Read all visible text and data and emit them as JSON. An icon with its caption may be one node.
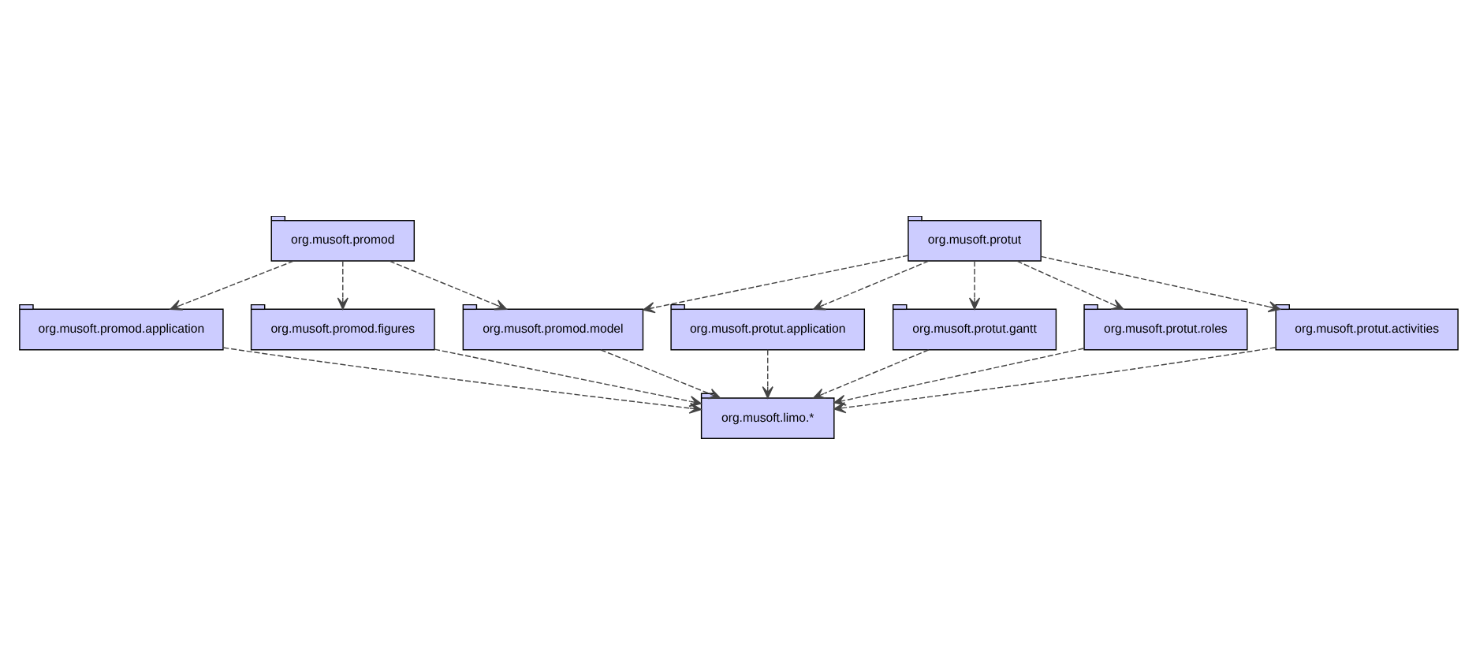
{
  "diagram": {
    "nodes": [
      {
        "text": [
          "org.musoft.promod"
        ]
      },
      {
        "text": [
          "org.musoft.protut"
        ]
      },
      {
        "text": [
          "org.musoft.promod.model"
        ]
      },
      {
        "text": [
          "org.musoft.promod.application"
        ]
      },
      {
        "text": [
          "org.musoft.protut.application"
        ]
      },
      {
        "text": [
          "org.musoft.protut.gantt"
        ]
      },
      {
        "text": [
          "org.musoft.promod.figures"
        ]
      },
      {
        "text": [
          "org.musoft.protut.roles"
        ]
      },
      {
        "text": [
          "org.musoft.protut.activities"
        ]
      },
      {
        "text": [
          "org.musoft.limo.*"
        ]
      }
    ],
    "edges": [
      {
        "from": 1,
        "to": 2,
        "arrow": "to",
        "style": "dashed"
      },
      {
        "from": 0,
        "to": 2,
        "arrow": "to",
        "style": "dashed"
      },
      {
        "from": 0,
        "to": 3,
        "arrow": "to",
        "style": "dashed"
      },
      {
        "from": 0,
        "to": 6,
        "arrow": "to",
        "style": "dashed"
      },
      {
        "from": 1,
        "to": 4,
        "arrow": "to",
        "style": "dashed"
      },
      {
        "from": 1,
        "to": 5,
        "arrow": "to",
        "style": "dashed"
      },
      {
        "from": 1,
        "to": 7,
        "arrow": "to",
        "style": "dashed"
      },
      {
        "from": 1,
        "to": 8,
        "arrow": "to",
        "style": "dashed"
      },
      {
        "from": 2,
        "to": 9,
        "arrow": "to",
        "style": "dashed"
      },
      {
        "from": 6,
        "to": 9,
        "arrow": "to",
        "style": "dashed"
      },
      {
        "from": 3,
        "to": 9,
        "arrow": "to",
        "style": "dashed"
      },
      {
        "from": 4,
        "to": 9,
        "arrow": "to",
        "style": "dashed"
      },
      {
        "from": 7,
        "to": 9,
        "arrow": "to",
        "style": "dashed"
      },
      {
        "from": 8,
        "to": 9,
        "arrow": "to",
        "style": "dashed"
      },
      {
        "from": 5,
        "to": 9,
        "arrow": "to",
        "style": "dashed"
      }
    ]
  }
}
